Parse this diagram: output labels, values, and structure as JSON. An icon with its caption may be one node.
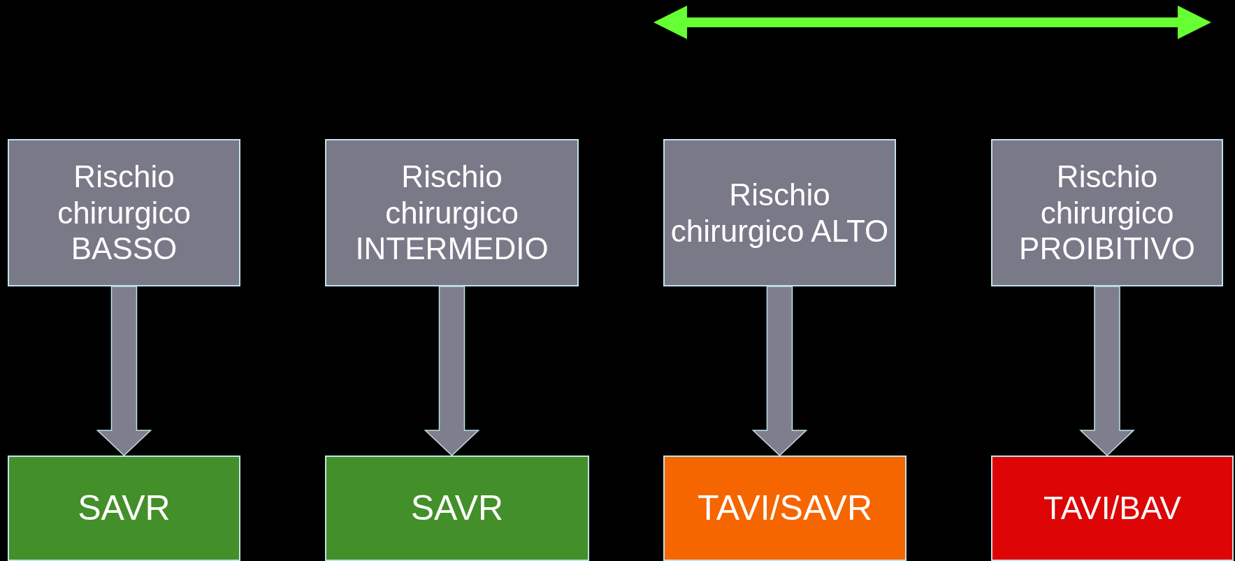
{
  "diagram": {
    "nodes": [
      {
        "text": [
          "Rischio chirurgico BASSO"
        ]
      },
      {
        "text": [
          "Rischio chirurgico INTERMEDIO"
        ]
      },
      {
        "text": [
          "Rischio chirurgico ALTO"
        ]
      },
      {
        "text": [
          "Rischio chirurgico PROIBITIVO"
        ]
      },
      {
        "text": [
          "SAVR"
        ]
      },
      {
        "text": [
          "SAVR"
        ]
      },
      {
        "text": [
          "TAVI/SAVR"
        ]
      },
      {
        "text": [
          "TAVI/BAV"
        ]
      }
    ],
    "edges": [
      {
        "from": 0,
        "to": 4,
        "arrow": "to",
        "style": "thick"
      },
      {
        "from": 1,
        "to": 5,
        "arrow": "to",
        "style": "thick"
      },
      {
        "from": 2,
        "to": 6,
        "arrow": "to",
        "style": "thick"
      },
      {
        "from": 3,
        "to": 7,
        "arrow": "to",
        "style": "thick"
      }
    ]
  }
}
